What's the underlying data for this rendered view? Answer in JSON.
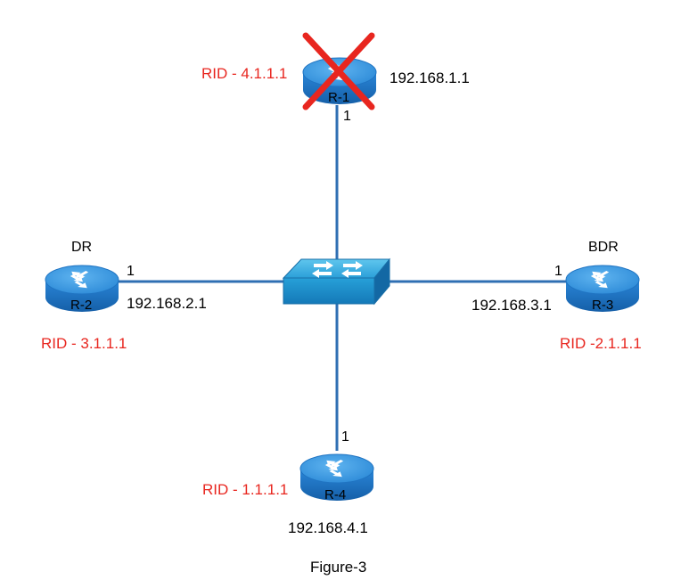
{
  "routers": [
    {
      "id": "r1",
      "name": "R-1",
      "rid": "RID - 4.1.1.1",
      "ip": "192.168.1.1",
      "port": "1",
      "role": "",
      "failed": true
    },
    {
      "id": "r2",
      "name": "R-2",
      "rid": "RID - 3.1.1.1",
      "ip": "192.168.2.1",
      "port": "1",
      "role": "DR",
      "failed": false
    },
    {
      "id": "r3",
      "name": "R-3",
      "rid": "RID -2.1.1.1",
      "ip": "192.168.3.1",
      "port": "1",
      "role": "BDR",
      "failed": false
    },
    {
      "id": "r4",
      "name": "R-4",
      "rid": "RID - 1.1.1.1",
      "ip": "192.168.4.1",
      "port": "1",
      "role": "",
      "failed": false
    }
  ],
  "switch": {
    "icon": "switch-icon"
  },
  "caption": "Figure-3",
  "colors": {
    "rid_text": "#e8261f",
    "router_top": "#3d9ee8",
    "router_side": "#1e74c8",
    "link": "#2f6fb3",
    "fail_x": "#e8261f"
  }
}
